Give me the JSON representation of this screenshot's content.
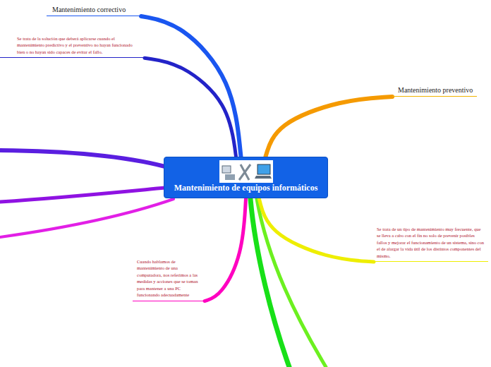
{
  "diagram": {
    "nodes": [
      {
        "text": [
          "Mantenimiento de equipos informáticos"
        ]
      },
      {
        "text": [
          "Mantenimiento correctivo"
        ]
      },
      {
        "text": [
          "Se trata de la solución que deberá aplicarse cuando el mantenimiento predictivo y el preventivo no hayan funcionado bien o no hayan sido capaces de evitar el fallo."
        ]
      },
      {
        "text": [
          "Mantenimiento preventivo"
        ]
      },
      {
        "text": [
          "Se trata de un tipo de mantenimiento muy frecuente, que se lleva a cabo con el fin no solo de prevenir posibles fallos y mejorar el funcionamiento de un sistema, sino con el de alargar la vida útil de los distintos componentes del mismo."
        ]
      },
      {
        "text": [
          "Cuando hablamos de mantenimiento de una computadora, nos referimos a las medidas y acciones que se toman para mantener a una PC funcionando adecuadamente"
        ]
      }
    ],
    "edges": [
      {
        "from": 0,
        "to": 1,
        "arrow": "none"
      },
      {
        "from": 0,
        "to": 2,
        "arrow": "none"
      },
      {
        "from": 0,
        "to": 3,
        "arrow": "none"
      },
      {
        "from": 0,
        "to": 4,
        "arrow": "none"
      },
      {
        "from": 0,
        "to": 5,
        "arrow": "none"
      }
    ]
  }
}
